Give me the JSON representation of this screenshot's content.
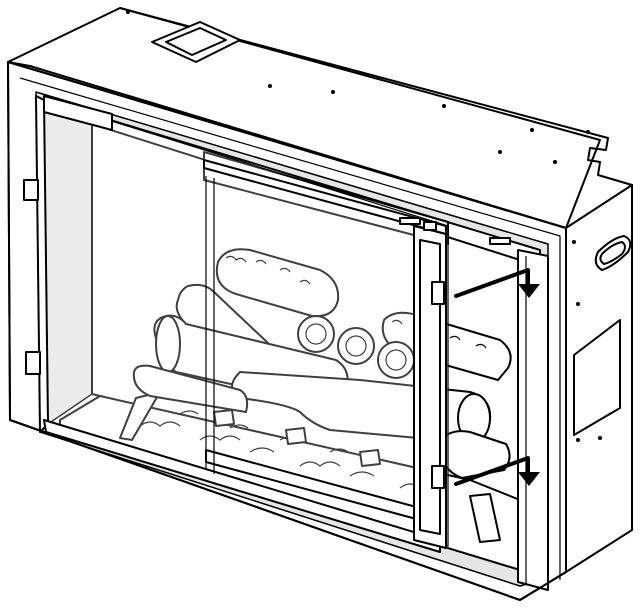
{
  "figure": {
    "subject": "",
    "components": [
      "firebox-housing",
      "top-control-panel",
      "front-trim-frame",
      "glass-door",
      "door-frame",
      "log-set",
      "ember-bed",
      "side-handle",
      "side-panel",
      "hinge-brackets",
      "indicator-arrows"
    ]
  }
}
